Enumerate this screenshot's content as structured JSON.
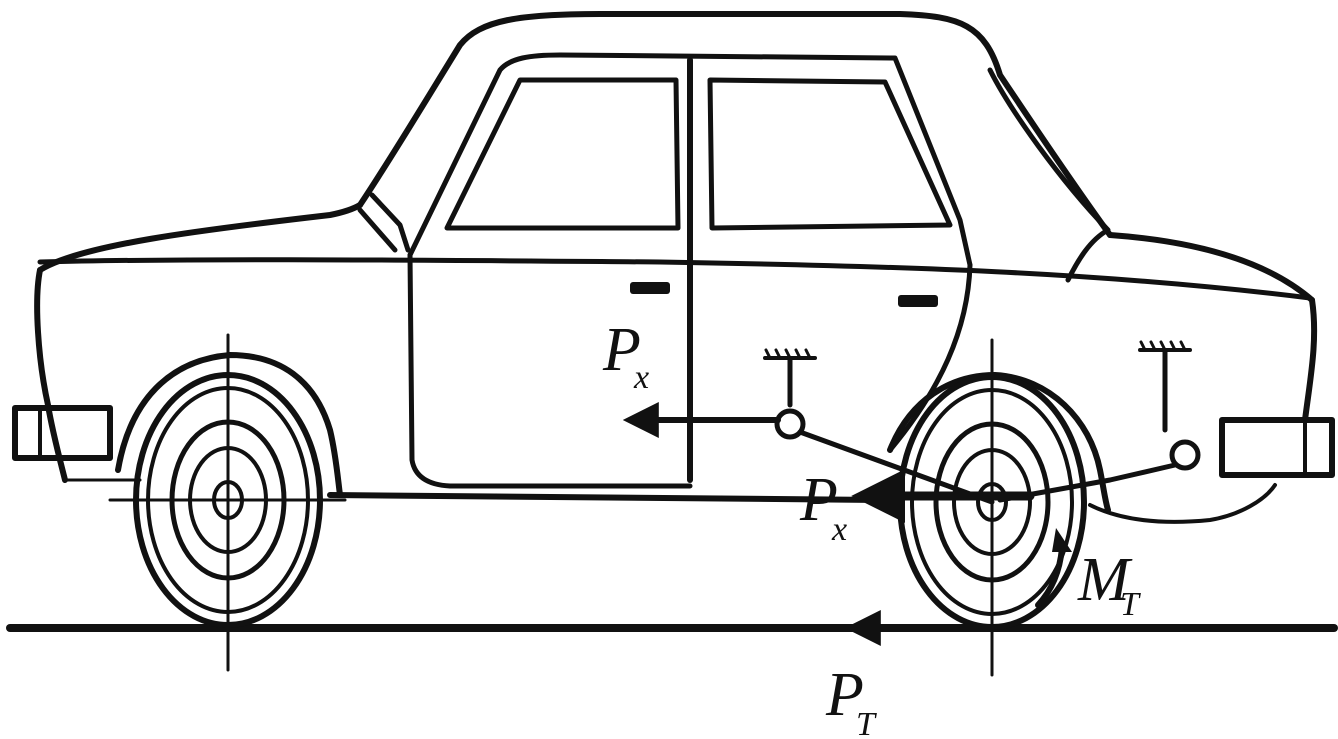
{
  "diagram": {
    "labels": {
      "px_body": {
        "main": "P",
        "sub": "x"
      },
      "px_wheel": {
        "main": "P",
        "sub": "x"
      },
      "mt": {
        "main": "M",
        "sub": "T"
      },
      "pt": {
        "main": "P",
        "sub": "T"
      }
    },
    "colors": {
      "ink": "#111111",
      "background": "#ffffff"
    }
  }
}
